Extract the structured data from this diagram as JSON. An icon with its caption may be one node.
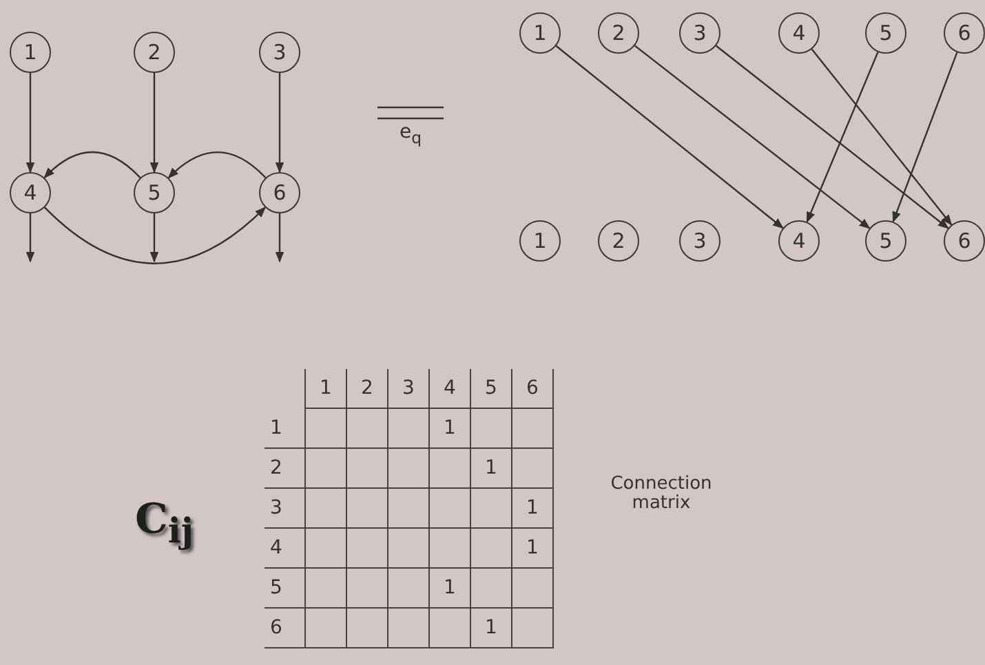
{
  "diagram": {
    "nodes": [
      {
        "text": [
          "1"
        ]
      },
      {
        "text": [
          "2"
        ]
      },
      {
        "text": [
          "3"
        ]
      },
      {
        "text": [
          "4"
        ]
      },
      {
        "text": [
          "5"
        ]
      },
      {
        "text": [
          "6"
        ]
      },
      {
        "text": [
          "1"
        ]
      },
      {
        "text": [
          "2"
        ]
      },
      {
        "text": [
          "3"
        ]
      },
      {
        "text": [
          "4"
        ]
      },
      {
        "text": [
          "5"
        ]
      },
      {
        "text": [
          "6"
        ]
      },
      {
        "text": [
          "1"
        ]
      },
      {
        "text": [
          "2"
        ]
      },
      {
        "text": [
          "3"
        ]
      },
      {
        "text": [
          "4"
        ]
      },
      {
        "text": [
          "5"
        ]
      },
      {
        "text": [
          "6"
        ]
      }
    ],
    "edges": [
      {
        "from": 0,
        "to": 3,
        "arrow": "to"
      },
      {
        "from": 1,
        "to": 4,
        "arrow": "to"
      },
      {
        "from": 2,
        "to": 5,
        "arrow": "to"
      },
      {
        "from": 4,
        "to": 3,
        "arrow": "to"
      },
      {
        "from": 5,
        "to": 4,
        "arrow": "to"
      },
      {
        "from": 3,
        "to": 5,
        "arrow": "to"
      },
      {
        "from": 3,
        "to": null,
        "arrow": "to"
      },
      {
        "from": 4,
        "to": null,
        "arrow": "to"
      },
      {
        "from": 5,
        "to": null,
        "arrow": "to"
      },
      {
        "from": 6,
        "to": 15,
        "arrow": "to"
      },
      {
        "from": 7,
        "to": 16,
        "arrow": "to"
      },
      {
        "from": 8,
        "to": 17,
        "arrow": "to"
      },
      {
        "from": 9,
        "to": 17,
        "arrow": "to"
      },
      {
        "from": 10,
        "to": 15,
        "arrow": "to"
      },
      {
        "from": 11,
        "to": 16,
        "arrow": "to"
      }
    ],
    "labels": [
      "e$_{q}$",
      "1",
      "2",
      "3",
      "4",
      "5",
      "6",
      "1",
      "1",
      "2",
      "1",
      "3",
      "1",
      "4",
      "1",
      "5",
      "1",
      "6",
      "1",
      "C$_{ij}$",
      "Connection matrix"
    ]
  }
}
